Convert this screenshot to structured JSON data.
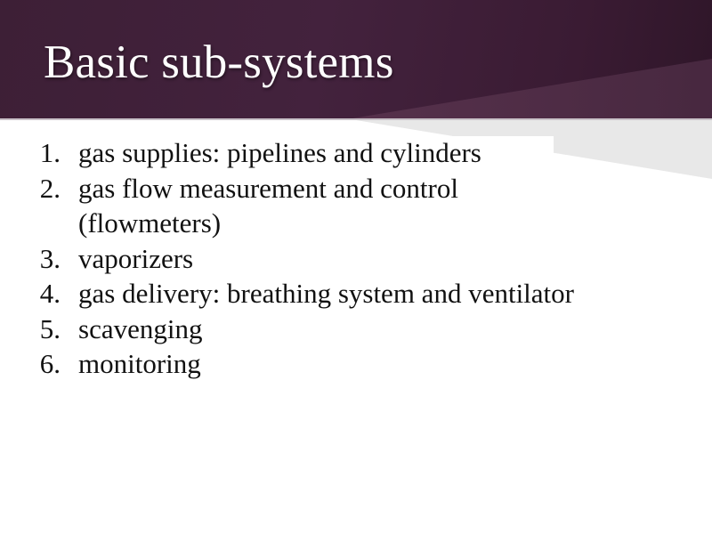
{
  "slide": {
    "title": "Basic sub-systems",
    "list": [
      {
        "num": "1.",
        "text": "gas supplies: pipelines and cylinders"
      },
      {
        "num": "2.",
        "text": "gas flow measurement and control"
      },
      {
        "num": "",
        "text": "(flowmeters)"
      },
      {
        "num": "3.",
        "text": "vaporizers"
      },
      {
        "num": "4.",
        "text": "gas delivery: breathing system and ventilator"
      },
      {
        "num": "5.",
        "text": "scavenging"
      },
      {
        "num": "6.",
        "text": "monitoring"
      }
    ]
  },
  "theme": {
    "header_color": "#3d1f36",
    "header_band_color": "#552f4c",
    "wedge_color": "#e8e8e8",
    "title_color": "#ffffff",
    "body_text_color": "#111111"
  }
}
